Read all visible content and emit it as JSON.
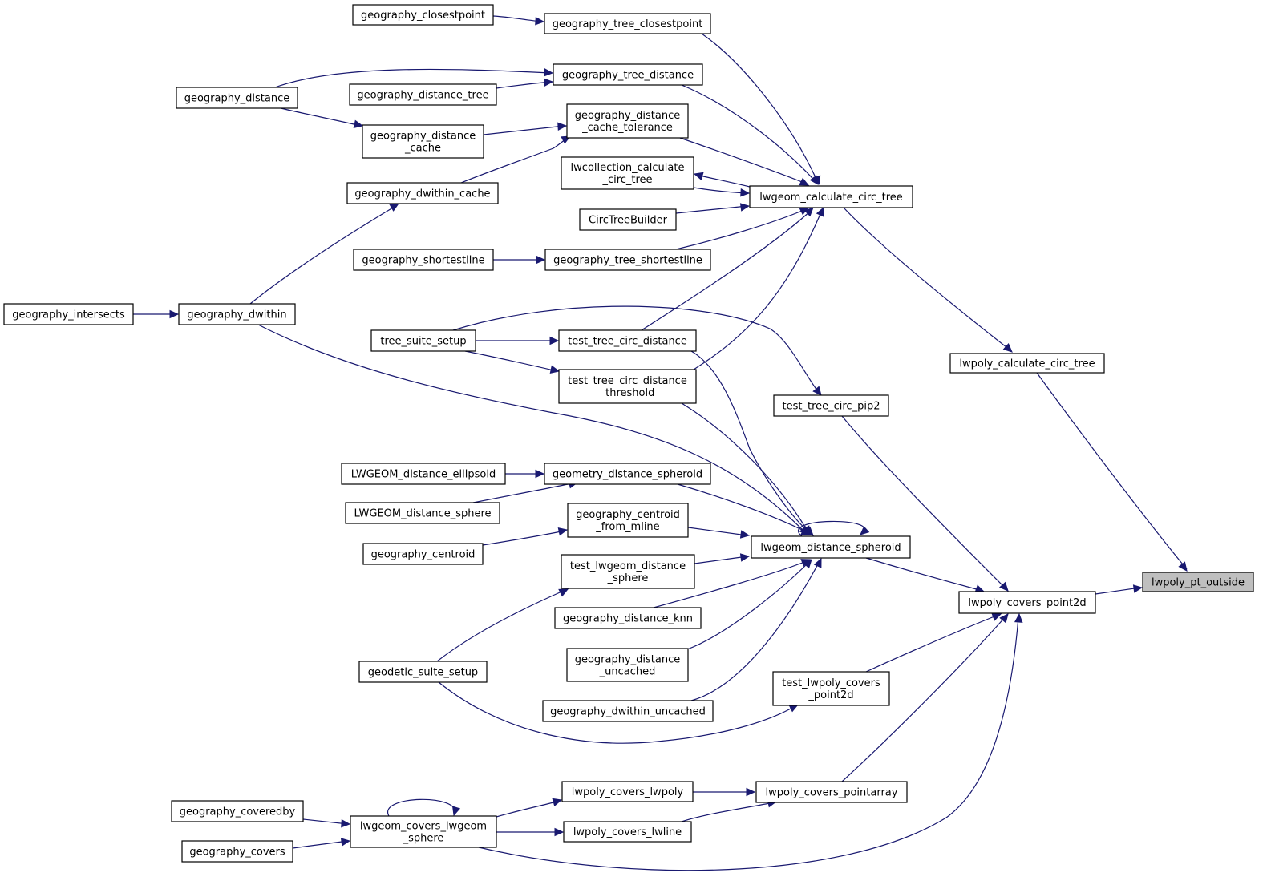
{
  "diagram": {
    "type": "call graph",
    "node_fill": "#ffffff",
    "root_fill": "#bfbfbf",
    "edge_color": "#191970",
    "nodes": [
      {
        "id": "lwpoly_pt_outside",
        "lines": [
          "lwpoly_pt_outside"
        ],
        "root": true
      },
      {
        "id": "lwpoly_calculate_circ_tree",
        "lines": [
          "lwpoly_calculate_circ_tree"
        ]
      },
      {
        "id": "lwpoly_covers_point2d",
        "lines": [
          "lwpoly_covers_point2d"
        ]
      },
      {
        "id": "lwgeom_calculate_circ_tree",
        "lines": [
          "lwgeom_calculate_circ_tree"
        ]
      },
      {
        "id": "test_tree_circ_pip2",
        "lines": [
          "test_tree_circ_pip2"
        ]
      },
      {
        "id": "lwgeom_distance_spheroid",
        "lines": [
          "lwgeom_distance_spheroid"
        ]
      },
      {
        "id": "test_lwpoly_covers_point2d",
        "lines": [
          "test_lwpoly_covers",
          "_point2d"
        ]
      },
      {
        "id": "lwpoly_covers_pointarray",
        "lines": [
          "lwpoly_covers_pointarray"
        ]
      },
      {
        "id": "geography_tree_closestpoint",
        "lines": [
          "geography_tree_closestpoint"
        ]
      },
      {
        "id": "geography_tree_distance",
        "lines": [
          "geography_tree_distance"
        ]
      },
      {
        "id": "geography_distance_cache_tolerance",
        "lines": [
          "geography_distance",
          "_cache_tolerance"
        ]
      },
      {
        "id": "lwcollection_calculate_circ_tree",
        "lines": [
          "lwcollection_calculate",
          "_circ_tree"
        ]
      },
      {
        "id": "CircTreeBuilder",
        "lines": [
          "CircTreeBuilder"
        ]
      },
      {
        "id": "geography_tree_shortestline",
        "lines": [
          "geography_tree_shortestline"
        ]
      },
      {
        "id": "test_tree_circ_distance",
        "lines": [
          "test_tree_circ_distance"
        ]
      },
      {
        "id": "test_tree_circ_distance_threshold",
        "lines": [
          "test_tree_circ_distance",
          "_threshold"
        ]
      },
      {
        "id": "geometry_distance_spheroid",
        "lines": [
          "geometry_distance_spheroid"
        ]
      },
      {
        "id": "geography_centroid_from_mline",
        "lines": [
          "geography_centroid",
          "_from_mline"
        ]
      },
      {
        "id": "test_lwgeom_distance_sphere",
        "lines": [
          "test_lwgeom_distance",
          "_sphere"
        ]
      },
      {
        "id": "geography_distance_knn",
        "lines": [
          "geography_distance_knn"
        ]
      },
      {
        "id": "geography_distance_uncached",
        "lines": [
          "geography_distance",
          "_uncached"
        ]
      },
      {
        "id": "geography_dwithin_uncached",
        "lines": [
          "geography_dwithin_uncached"
        ]
      },
      {
        "id": "lwpoly_covers_lwpoly",
        "lines": [
          "lwpoly_covers_lwpoly"
        ]
      },
      {
        "id": "lwpoly_covers_lwline",
        "lines": [
          "lwpoly_covers_lwline"
        ]
      },
      {
        "id": "geography_closestpoint",
        "lines": [
          "geography_closestpoint"
        ]
      },
      {
        "id": "geography_distance",
        "lines": [
          "geography_distance"
        ]
      },
      {
        "id": "geography_distance_tree",
        "lines": [
          "geography_distance_tree"
        ]
      },
      {
        "id": "geography_distance_cache",
        "lines": [
          "geography_distance",
          "_cache"
        ]
      },
      {
        "id": "geography_dwithin_cache",
        "lines": [
          "geography_dwithin_cache"
        ]
      },
      {
        "id": "geography_shortestline",
        "lines": [
          "geography_shortestline"
        ]
      },
      {
        "id": "tree_suite_setup",
        "lines": [
          "tree_suite_setup"
        ]
      },
      {
        "id": "geography_dwithin",
        "lines": [
          "geography_dwithin"
        ]
      },
      {
        "id": "geography_intersects",
        "lines": [
          "geography_intersects"
        ]
      },
      {
        "id": "LWGEOM_distance_ellipsoid",
        "lines": [
          "LWGEOM_distance_ellipsoid"
        ]
      },
      {
        "id": "LWGEOM_distance_sphere",
        "lines": [
          "LWGEOM_distance_sphere"
        ]
      },
      {
        "id": "geography_centroid",
        "lines": [
          "geography_centroid"
        ]
      },
      {
        "id": "geodetic_suite_setup",
        "lines": [
          "geodetic_suite_setup"
        ]
      },
      {
        "id": "lwgeom_covers_lwgeom_sphere",
        "lines": [
          "lwgeom_covers_lwgeom",
          "_sphere"
        ]
      },
      {
        "id": "geography_coveredby",
        "lines": [
          "geography_coveredby"
        ]
      },
      {
        "id": "geography_covers",
        "lines": [
          "geography_covers"
        ]
      }
    ],
    "edges": [
      {
        "from": "lwpoly_calculate_circ_tree",
        "to": "lwpoly_pt_outside"
      },
      {
        "from": "lwpoly_covers_point2d",
        "to": "lwpoly_pt_outside"
      },
      {
        "from": "lwgeom_calculate_circ_tree",
        "to": "lwpoly_calculate_circ_tree"
      },
      {
        "from": "test_tree_circ_pip2",
        "to": "lwpoly_covers_point2d"
      },
      {
        "from": "lwgeom_distance_spheroid",
        "to": "lwpoly_covers_point2d"
      },
      {
        "from": "test_lwpoly_covers_point2d",
        "to": "lwpoly_covers_point2d"
      },
      {
        "from": "lwpoly_covers_pointarray",
        "to": "lwpoly_covers_point2d"
      },
      {
        "from": "lwgeom_covers_lwgeom_sphere",
        "to": "lwpoly_covers_point2d"
      },
      {
        "from": "geography_tree_closestpoint",
        "to": "lwgeom_calculate_circ_tree"
      },
      {
        "from": "geography_tree_distance",
        "to": "lwgeom_calculate_circ_tree"
      },
      {
        "from": "geography_distance_cache_tolerance",
        "to": "lwgeom_calculate_circ_tree"
      },
      {
        "from": "lwcollection_calculate_circ_tree",
        "to": "lwgeom_calculate_circ_tree"
      },
      {
        "from": "lwgeom_calculate_circ_tree",
        "to": "lwcollection_calculate_circ_tree"
      },
      {
        "from": "CircTreeBuilder",
        "to": "lwgeom_calculate_circ_tree"
      },
      {
        "from": "geography_tree_shortestline",
        "to": "lwgeom_calculate_circ_tree"
      },
      {
        "from": "test_tree_circ_distance",
        "to": "lwgeom_calculate_circ_tree"
      },
      {
        "from": "test_tree_circ_distance_threshold",
        "to": "lwgeom_calculate_circ_tree"
      },
      {
        "from": "tree_suite_setup",
        "to": "test_tree_circ_pip2"
      },
      {
        "from": "lwgeom_distance_spheroid",
        "to": "lwgeom_distance_spheroid"
      },
      {
        "from": "geometry_distance_spheroid",
        "to": "lwgeom_distance_spheroid"
      },
      {
        "from": "geography_centroid_from_mline",
        "to": "lwgeom_distance_spheroid"
      },
      {
        "from": "test_lwgeom_distance_sphere",
        "to": "lwgeom_distance_spheroid"
      },
      {
        "from": "geography_distance_knn",
        "to": "lwgeom_distance_spheroid"
      },
      {
        "from": "geography_distance_uncached",
        "to": "lwgeom_distance_spheroid"
      },
      {
        "from": "geography_dwithin_uncached",
        "to": "lwgeom_distance_spheroid"
      },
      {
        "from": "test_tree_circ_distance",
        "to": "lwgeom_distance_spheroid"
      },
      {
        "from": "test_tree_circ_distance_threshold",
        "to": "lwgeom_distance_spheroid"
      },
      {
        "from": "geography_dwithin",
        "to": "lwgeom_distance_spheroid"
      },
      {
        "from": "geodetic_suite_setup",
        "to": "test_lwpoly_covers_point2d"
      },
      {
        "from": "lwpoly_covers_lwpoly",
        "to": "lwpoly_covers_pointarray"
      },
      {
        "from": "lwpoly_covers_lwline",
        "to": "lwpoly_covers_pointarray"
      },
      {
        "from": "geography_closestpoint",
        "to": "geography_tree_closestpoint"
      },
      {
        "from": "geography_distance",
        "to": "geography_tree_distance"
      },
      {
        "from": "geography_distance_tree",
        "to": "geography_tree_distance"
      },
      {
        "from": "geography_distance_cache",
        "to": "geography_distance_cache_tolerance"
      },
      {
        "from": "geography_dwithin_cache",
        "to": "geography_distance_cache_tolerance"
      },
      {
        "from": "geography_distance",
        "to": "geography_distance_cache"
      },
      {
        "from": "geography_shortestline",
        "to": "geography_tree_shortestline"
      },
      {
        "from": "geography_dwithin",
        "to": "geography_dwithin_cache"
      },
      {
        "from": "geography_intersects",
        "to": "geography_dwithin"
      },
      {
        "from": "tree_suite_setup",
        "to": "test_tree_circ_distance"
      },
      {
        "from": "tree_suite_setup",
        "to": "test_tree_circ_distance_threshold"
      },
      {
        "from": "LWGEOM_distance_ellipsoid",
        "to": "geometry_distance_spheroid"
      },
      {
        "from": "LWGEOM_distance_sphere",
        "to": "geometry_distance_spheroid"
      },
      {
        "from": "geography_centroid",
        "to": "geography_centroid_from_mline"
      },
      {
        "from": "geodetic_suite_setup",
        "to": "test_lwgeom_distance_sphere"
      },
      {
        "from": "lwgeom_covers_lwgeom_sphere",
        "to": "lwpoly_covers_lwpoly"
      },
      {
        "from": "lwgeom_covers_lwgeom_sphere",
        "to": "lwpoly_covers_lwline"
      },
      {
        "from": "lwgeom_covers_lwgeom_sphere",
        "to": "lwgeom_covers_lwgeom_sphere"
      },
      {
        "from": "geography_coveredby",
        "to": "lwgeom_covers_lwgeom_sphere"
      },
      {
        "from": "geography_covers",
        "to": "lwgeom_covers_lwgeom_sphere"
      }
    ]
  }
}
